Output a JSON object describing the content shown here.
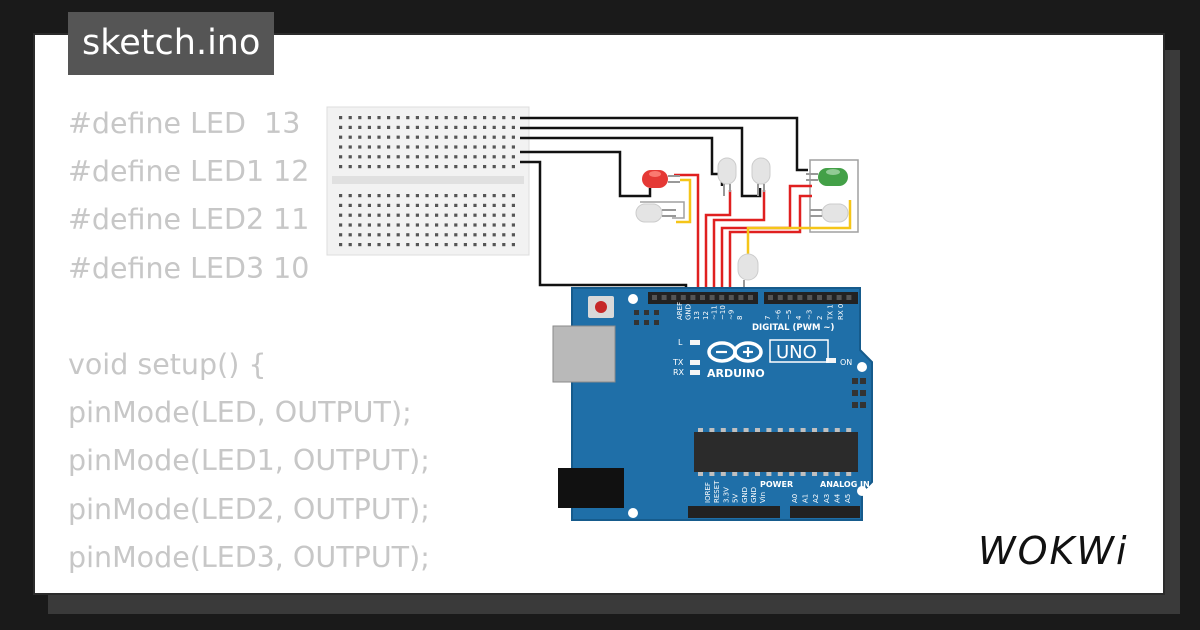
{
  "tab": {
    "title": "sketch.ino"
  },
  "code": {
    "lines": [
      "#define LED  13",
      "#define LED1 12",
      "#define LED2 11",
      "#define LED3 10",
      "",
      "void setup() {",
      "pinMode(LED, OUTPUT);",
      "pinMode(LED1, OUTPUT);",
      "pinMode(LED2, OUTPUT);",
      "pinMode(LED3, OUTPUT);"
    ]
  },
  "board": {
    "brand": "ARDUINO",
    "model": "UNO",
    "digital_label": "DIGITAL (PWM ~)",
    "power_label": "POWER",
    "analog_label": "ANALOG IN",
    "led_labels": {
      "l": "L",
      "tx": "TX",
      "rx": "RX",
      "on": "ON"
    },
    "top_pins": [
      "AREF",
      "GND",
      "13",
      "12",
      "~11",
      "~10",
      "~9",
      "8",
      "7",
      "~6",
      "~5",
      "4",
      "~3",
      "2",
      "TX 1",
      "RX 0"
    ],
    "power_pins": [
      "IOREF",
      "RESET",
      "3.3V",
      "5V",
      "GND",
      "GND",
      "Vin"
    ],
    "analog_pins": [
      "A0",
      "A1",
      "A2",
      "A3",
      "A4",
      "A5"
    ]
  },
  "leds": [
    {
      "name": "led-red",
      "color": "#e53935",
      "lit": true
    },
    {
      "name": "led-green",
      "color": "#43a047",
      "lit": true
    },
    {
      "name": "led-off",
      "color": "#e0e0e0",
      "lit": false
    }
  ],
  "wire_colors": {
    "black": "#111111",
    "red": "#e02020",
    "yellow": "#f5c518",
    "gray": "#9e9e9e"
  },
  "brand": {
    "logo": "WOKWi"
  }
}
